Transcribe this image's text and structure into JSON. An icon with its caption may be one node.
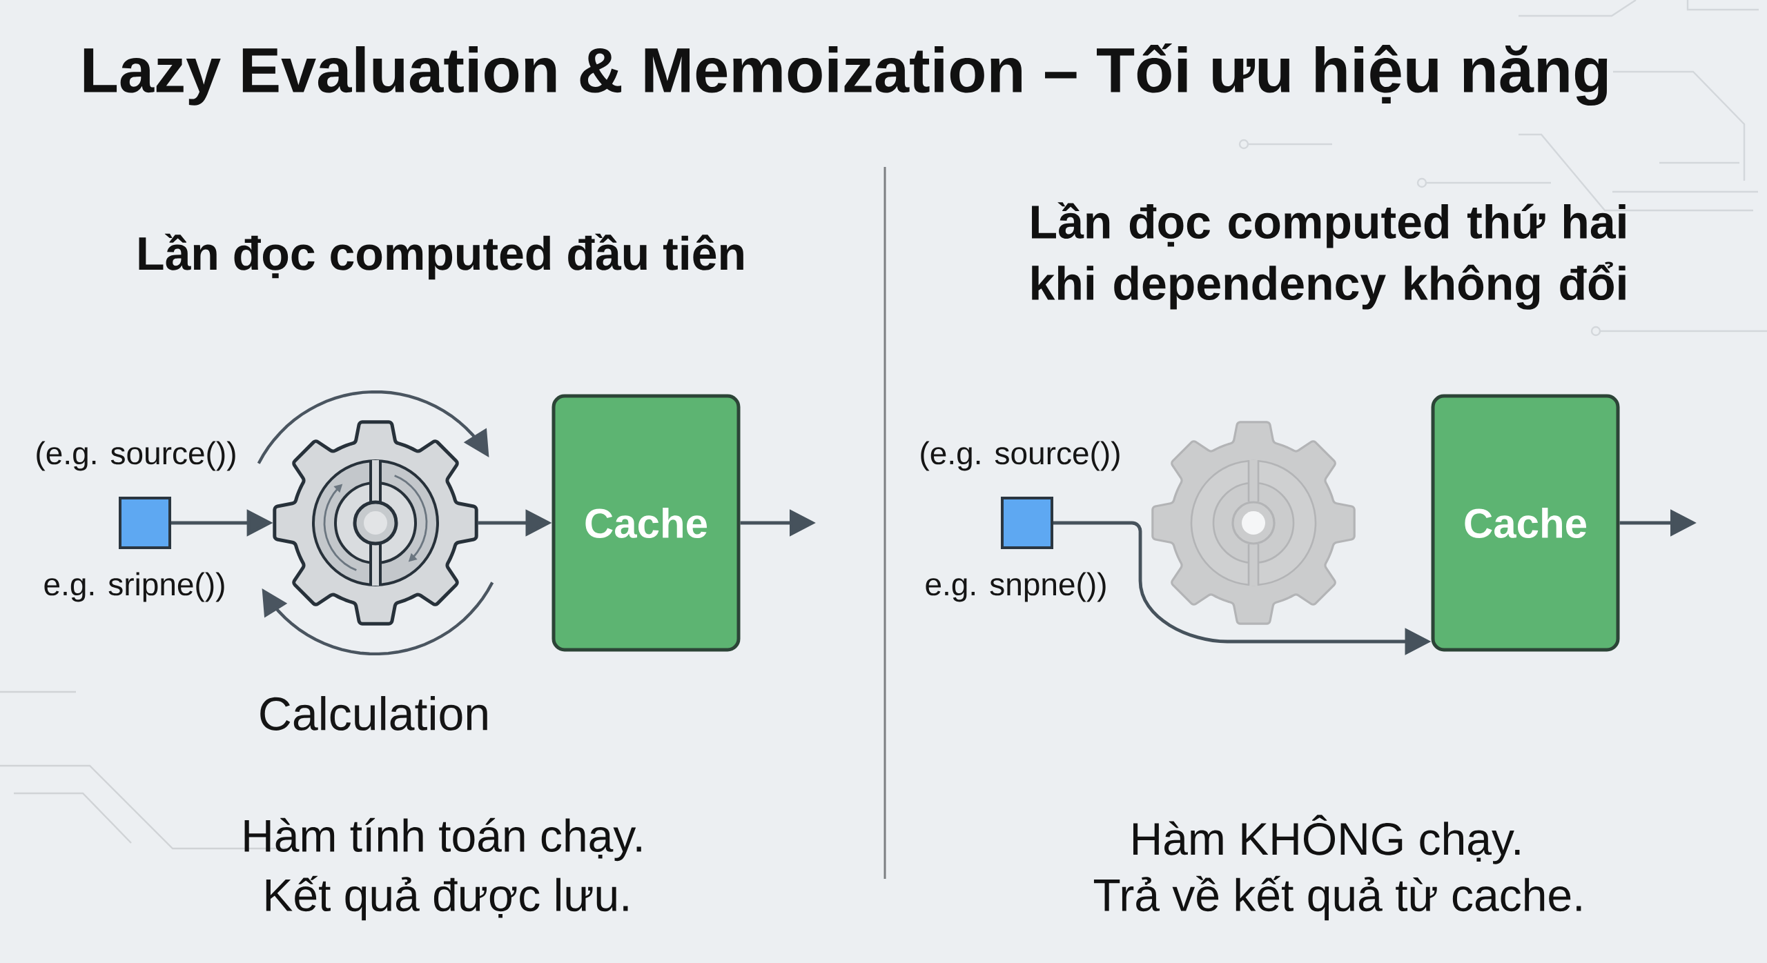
{
  "diagram": {
    "title": "Lazy Evaluation & Memoization – Tối ưu hiệu năng",
    "nodes": [
      {
        "text": [],
        "shape": "box",
        "beside": [
          "(e.g. source())",
          "e.g. sripne())"
        ]
      },
      {
        "text": [],
        "shape": "gear",
        "beside": [
          "Calculation"
        ]
      },
      {
        "text": [
          "Cache"
        ]
      },
      {
        "text": [],
        "shape": "box",
        "beside": [
          "(e.g. source())",
          "e.g. snpne())"
        ]
      },
      {
        "text": [],
        "shape": "gear"
      },
      {
        "text": [
          "Cache"
        ]
      }
    ],
    "edges": [
      {
        "from": 0,
        "to": 1,
        "arrow": "to"
      },
      {
        "from": 1,
        "to": 2,
        "arrow": "to"
      },
      {
        "from": 2,
        "to": null,
        "arrow": "to"
      },
      {
        "from": 3,
        "to": 5,
        "arrow": "to"
      },
      {
        "from": 5,
        "to": null,
        "arrow": "to"
      }
    ],
    "labels": [
      "Lần đọc computed đầu tiên",
      "Lần đọc computed thứ hai khi dependency không đổi",
      "Hàm tính toán chạy.",
      "Kết quả được lưu.",
      "Hàm KHÔNG chạy.",
      "Trả về kết quả từ cache."
    ]
  }
}
